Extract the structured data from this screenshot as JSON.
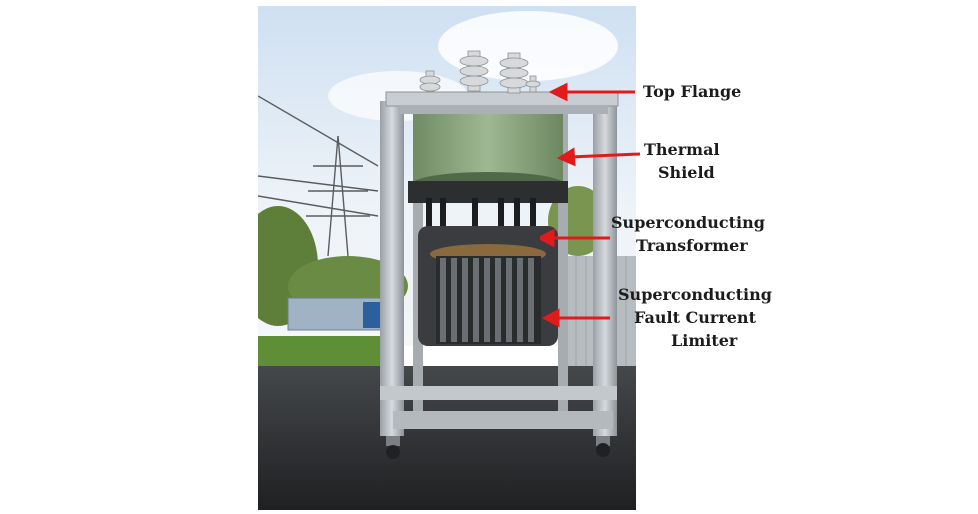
{
  "figure": {
    "labels": {
      "top_flange": "Top Flange",
      "thermal_shield": [
        "Thermal",
        "Shield"
      ],
      "superconducting_transformer": [
        "Superconducting",
        "Transformer"
      ],
      "fault_current_limiter": [
        "Superconducting",
        "Fault Current",
        "Limiter"
      ]
    },
    "arrow_color": "#e11b1b",
    "colors": {
      "sky": "#d9e6f2",
      "frame": "#b9bec3",
      "thermal_shield": "#8fa983",
      "asphalt": "#2f3133",
      "grass": "#5e8f36",
      "container": "#9fb3c4"
    }
  }
}
